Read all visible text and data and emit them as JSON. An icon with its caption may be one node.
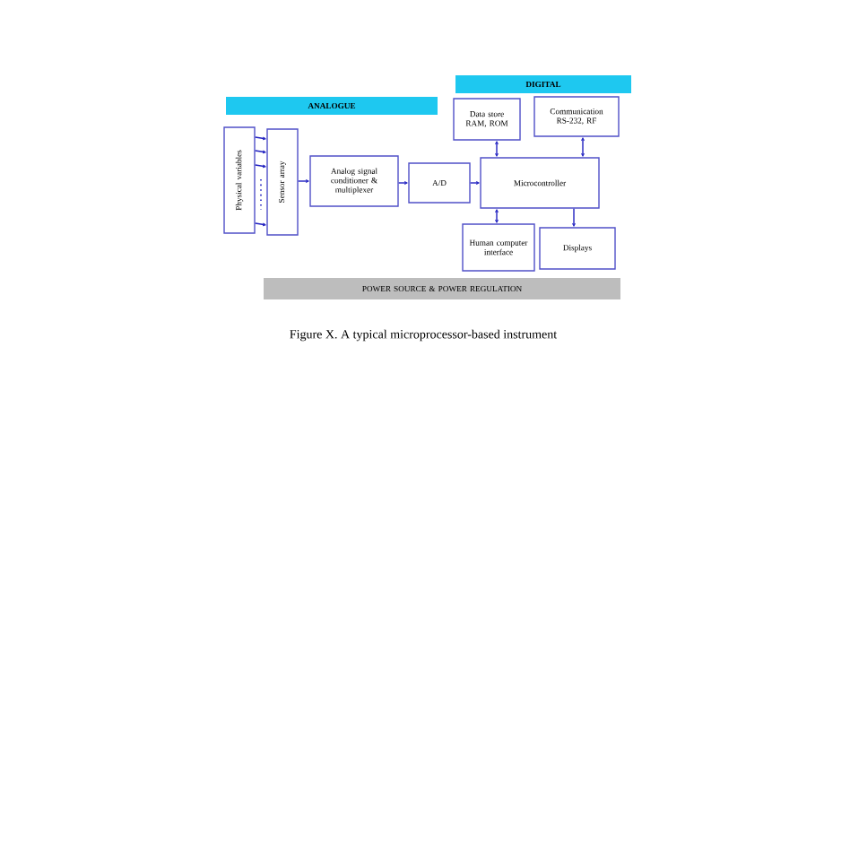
{
  "diagram": {
    "caption": "Figure X. A typical microprocessor-based instrument",
    "nodes": [
      {
        "text": [
          "DIGITAL"
        ]
      },
      {
        "text": [
          "ANALOGUE"
        ]
      },
      {
        "text": [
          "Physical variables"
        ]
      },
      {
        "text": [
          "Sensor array"
        ]
      },
      {
        "text": [
          "Analog signal conditioner & multiplexer"
        ]
      },
      {
        "text": [
          "A/D"
        ]
      },
      {
        "text": [
          "Data store RAM, ROM"
        ]
      },
      {
        "text": [
          "Communication RS-232, RF"
        ]
      },
      {
        "text": [
          "Microcontroller"
        ]
      },
      {
        "text": [
          "Human computer interface"
        ]
      },
      {
        "text": [
          "Displays"
        ]
      },
      {
        "text": [
          "POWER SOURCE & POWER REGULATION"
        ]
      }
    ],
    "edges": [
      {
        "from": 2,
        "to": 3,
        "arrow": "to"
      },
      {
        "from": 2,
        "to": 3,
        "arrow": "to"
      },
      {
        "from": 2,
        "to": 3,
        "arrow": "to"
      },
      {
        "from": 2,
        "to": 3,
        "arrow": "to"
      },
      {
        "from": 3,
        "to": 4,
        "arrow": "to"
      },
      {
        "from": 4,
        "to": 5,
        "arrow": "to"
      },
      {
        "from": 5,
        "to": 8,
        "arrow": "to"
      },
      {
        "from": 6,
        "to": 8,
        "arrow": "both"
      },
      {
        "from": 7,
        "to": 8,
        "arrow": "both"
      },
      {
        "from": 9,
        "to": 8,
        "arrow": "both"
      },
      {
        "from": 8,
        "to": 10,
        "arrow": "to"
      }
    ]
  }
}
